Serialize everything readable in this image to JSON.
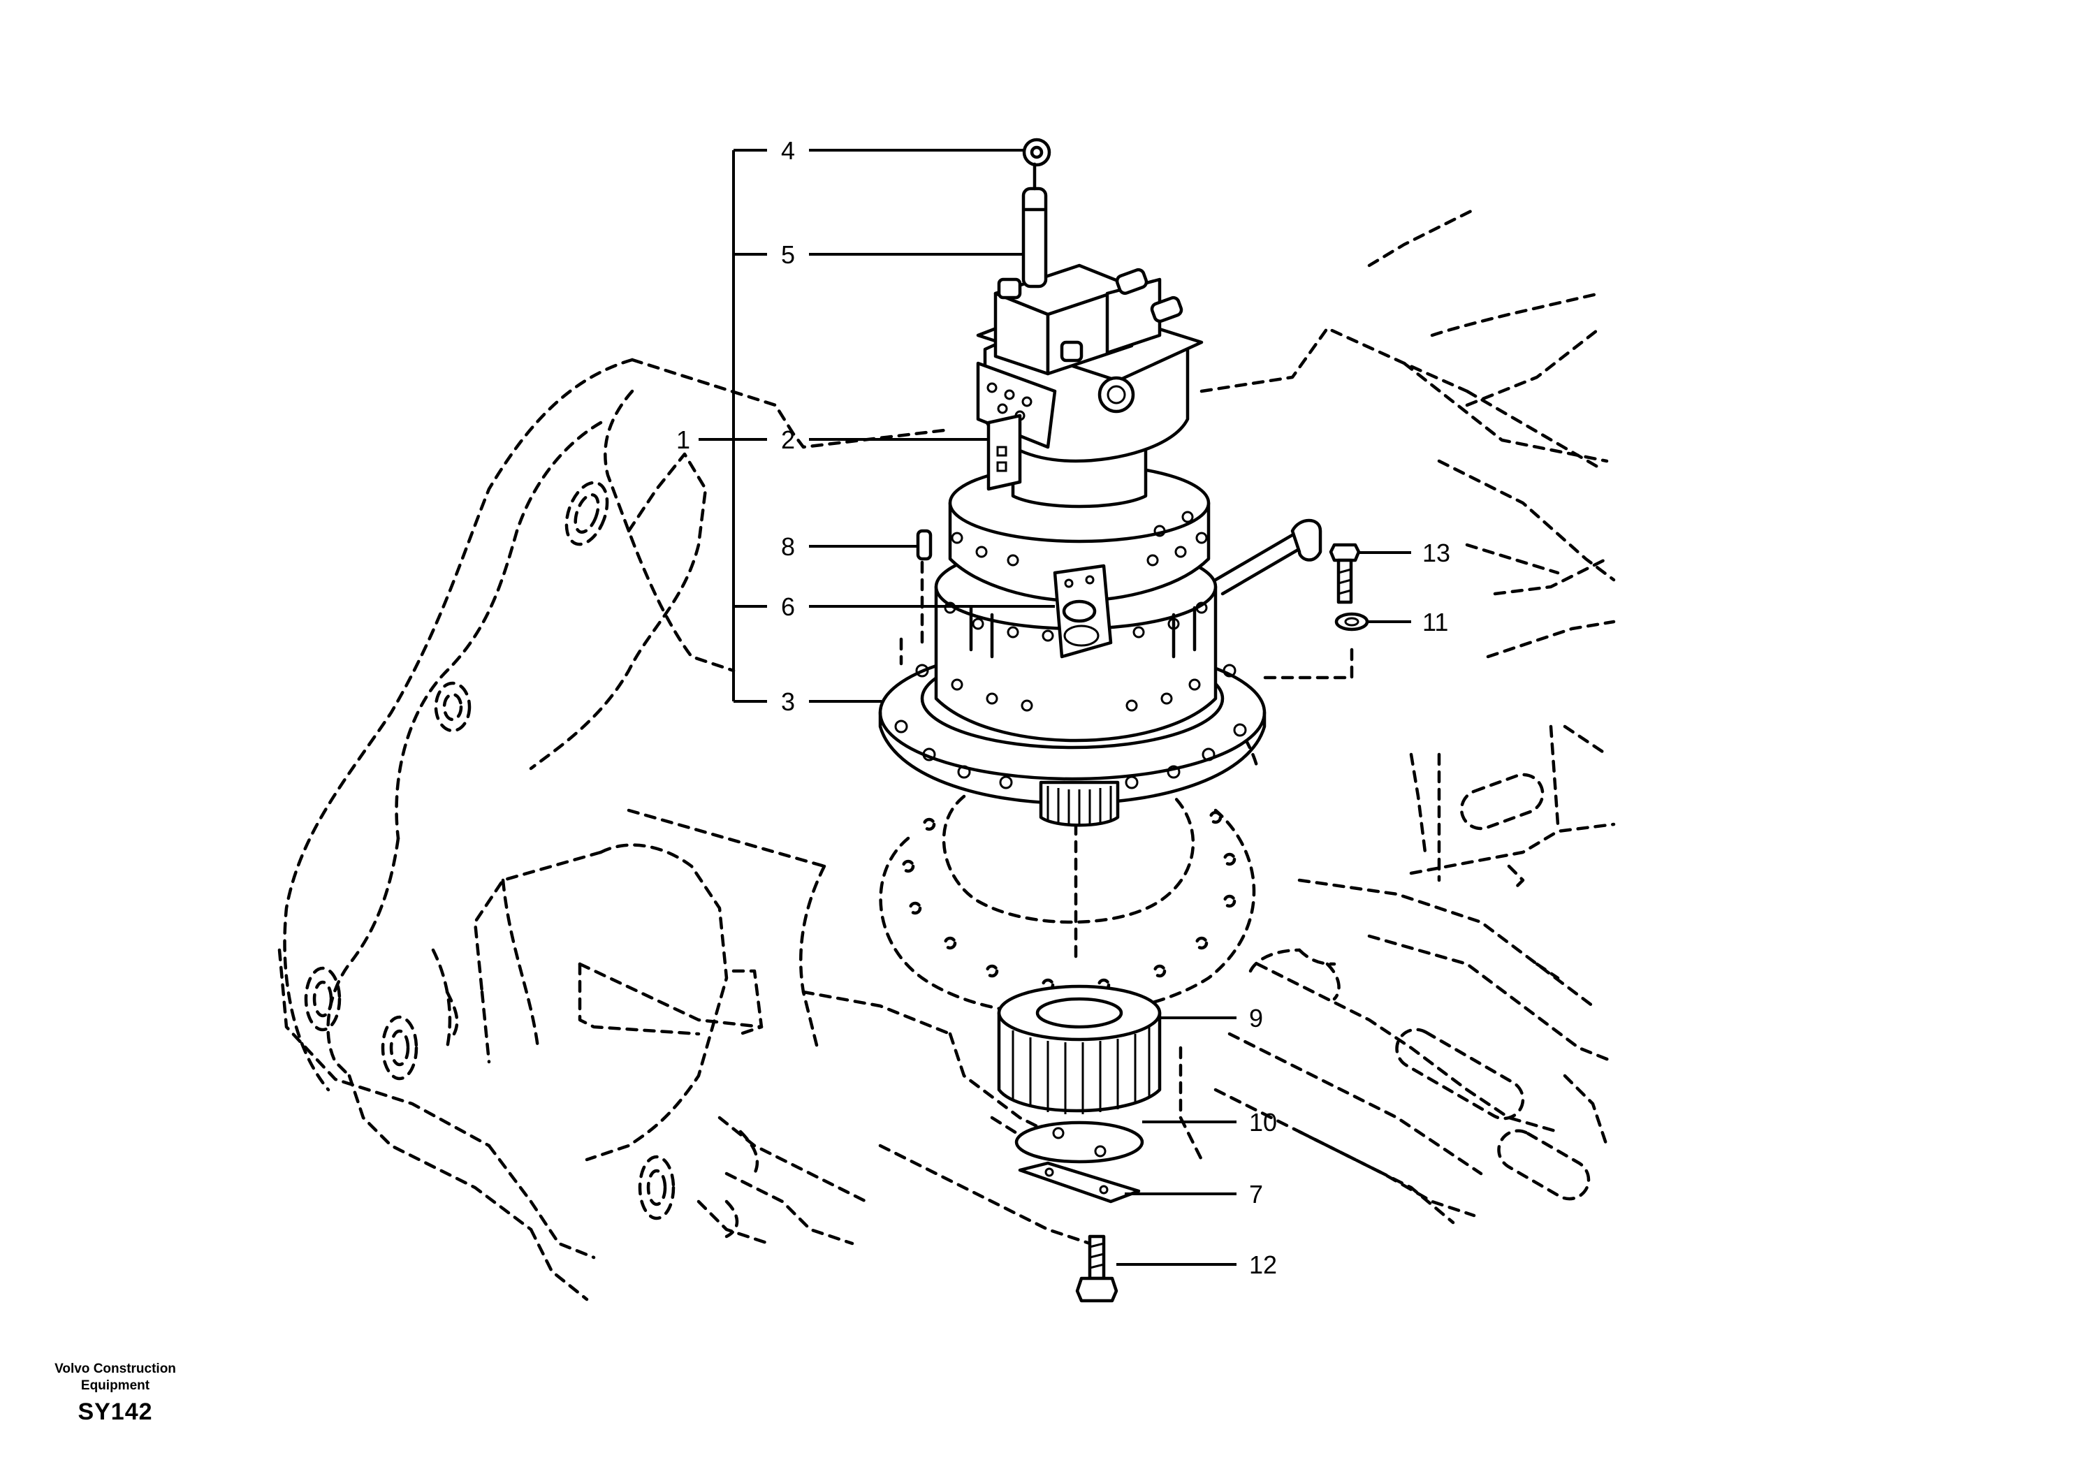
{
  "callouts": {
    "c1": "1",
    "c2": "2",
    "c3": "3",
    "c4": "4",
    "c5": "5",
    "c6": "6",
    "c7": "7",
    "c8": "8",
    "c9": "9",
    "c10": "10",
    "c11": "11",
    "c12": "12",
    "c13": "13"
  },
  "footer": {
    "brand_line1": "Volvo Construction",
    "brand_line2": "Equipment",
    "code": "SY142"
  }
}
